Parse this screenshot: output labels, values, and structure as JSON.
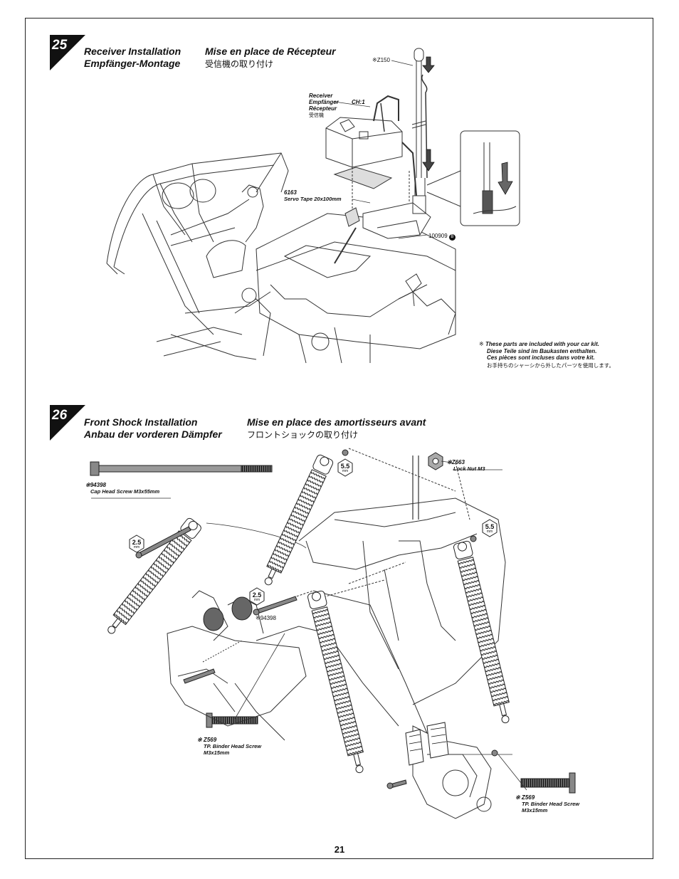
{
  "page_number": "21",
  "steps": [
    {
      "number": "25",
      "title_en": "Receiver Installation",
      "title_de": "Empfänger-Montage",
      "title_fr": "Mise en place de Récepteur",
      "title_jp": "受信機の取り付け",
      "labels": {
        "z150": "※Z150",
        "receiver": [
          "Receiver",
          "Empfänger",
          "Récepteur",
          "受信機"
        ],
        "ch1": "CH:1",
        "tape_code": "6163",
        "tape_name": "Servo Tape 20x100mm",
        "part_100909": "100909",
        "part_100909_badge": "B"
      },
      "note": {
        "mark": "※",
        "line1": "These parts are included with your car kit.",
        "line2": "Diese Teile sind im Baukasten enthalten.",
        "line3": "Ces pièces sont incluses dans votre kit.",
        "line4": "お手持ちのシャーシから外したパーツを使用します。"
      }
    },
    {
      "number": "26",
      "title_en": "Front Shock Installation",
      "title_de": "Anbau der vorderen Dämpfer",
      "title_fr": "Mise en place des amortisseurs avant",
      "title_jp": "フロントショックの取り付け",
      "parts": {
        "p94398_code": "※94398",
        "p94398_name": "Cap Head Screw M3x55mm",
        "z663_code": "※Z663",
        "z663_name": "Lock Nut M3",
        "z569a_code": "※ Z569",
        "z569a_name1": "TP. Binder Head Screw",
        "z569a_name2": "M3x15mm",
        "z569b_code": "※ Z569",
        "z569b_name1": "TP. Binder Head Screw",
        "z569b_name2": "M3x15mm",
        "callout_94398": "※94398"
      },
      "wrench_sizes": [
        {
          "value": "5.5",
          "unit": "mm"
        },
        {
          "value": "5.5",
          "unit": "mm"
        },
        {
          "value": "2.5",
          "unit": "mm"
        },
        {
          "value": "2.5",
          "unit": "mm"
        }
      ]
    }
  ]
}
